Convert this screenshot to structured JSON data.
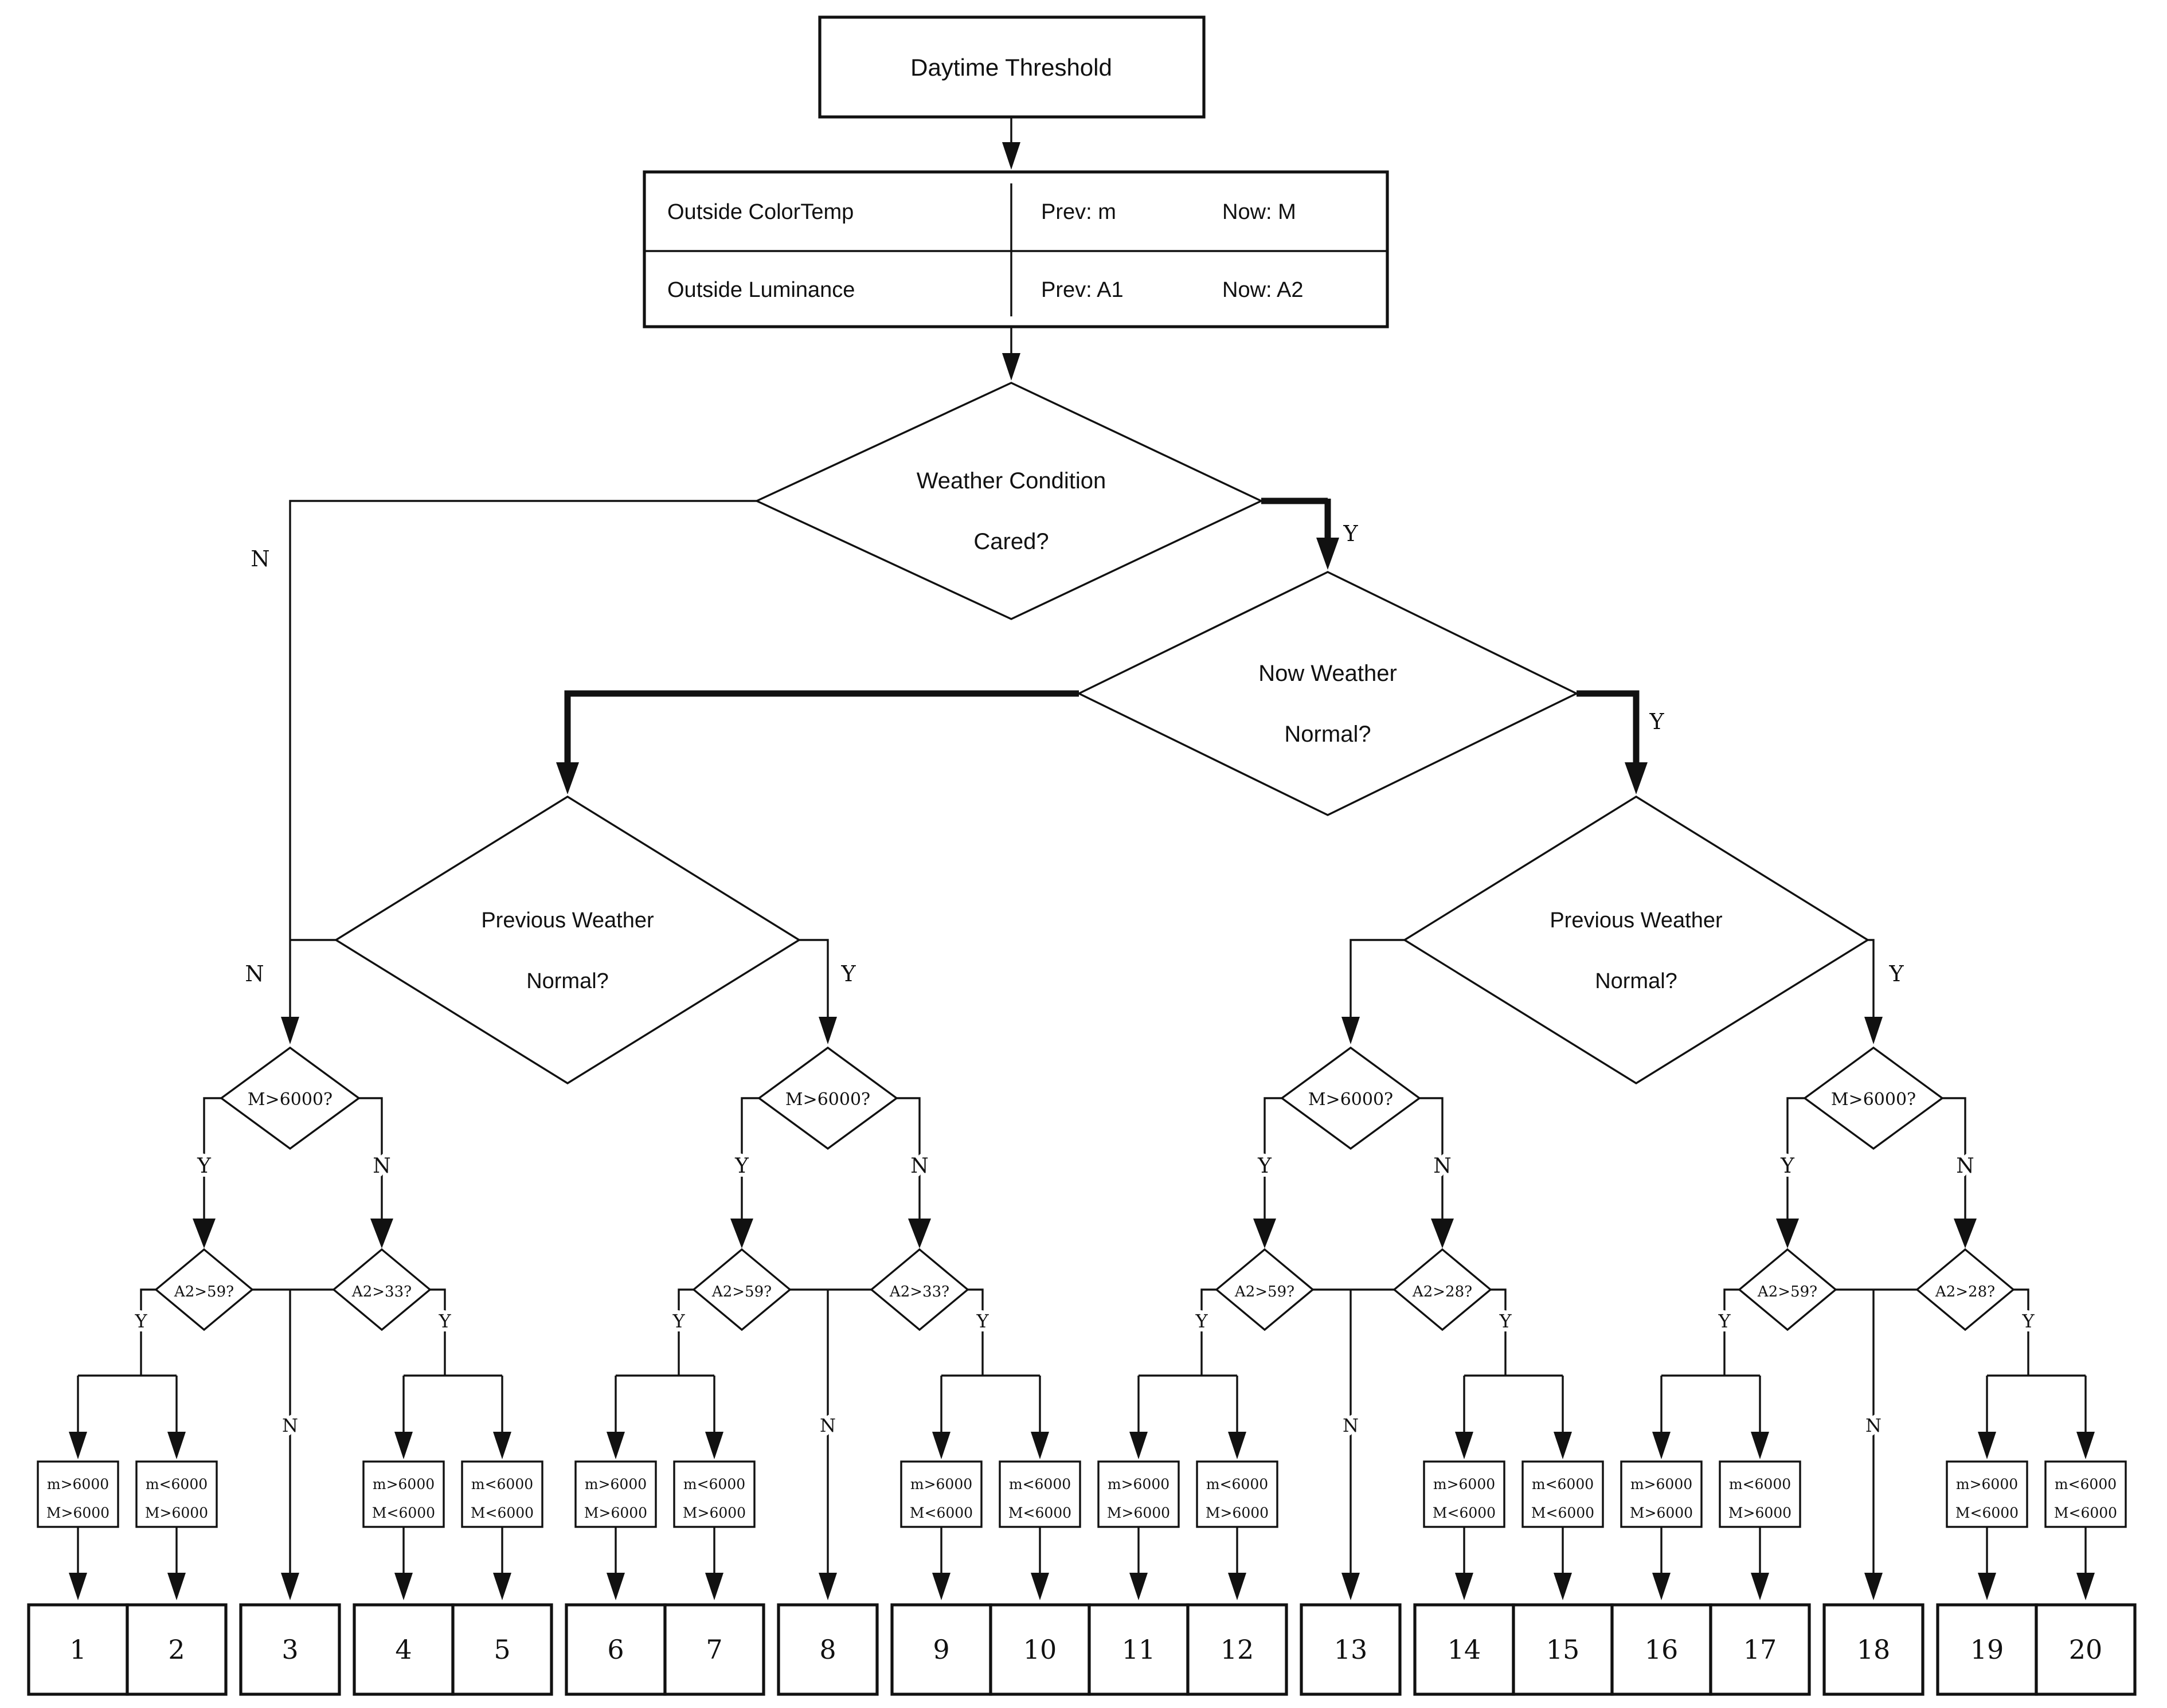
{
  "title_box": {
    "label": "Daytime Threshold"
  },
  "table": {
    "rows": [
      {
        "name": "Outside ColorTemp",
        "prev": "Prev: m",
        "now": "Now: M"
      },
      {
        "name": "Outside Luminance",
        "prev": "Prev: A1",
        "now": "Now: A2"
      }
    ]
  },
  "decisions": {
    "weather_cared": {
      "line1": "Weather Condition",
      "line2": "Cared?",
      "yes": "Y",
      "no": "N"
    },
    "now_normal": {
      "line1": "Now Weather",
      "line2": "Normal?",
      "yes": "Y"
    },
    "prev_normal_left": {
      "line1": "Previous Weather",
      "line2": "Normal?",
      "yes": "Y",
      "no": "N"
    },
    "prev_normal_right": {
      "line1": "Previous Weather",
      "line2": "Normal?",
      "yes": "Y"
    }
  },
  "groups": [
    {
      "m_label": "M>6000?",
      "m_yes": "Y",
      "m_no": "N",
      "a2_left": "A2>59?",
      "a2_left_yes": "Y",
      "a2_right": "A2>33?",
      "a2_right_yes": "Y",
      "merge_no": "N",
      "cond_boxes": [
        {
          "l1": "m>6000",
          "l2": "M>6000"
        },
        {
          "l1": "m<6000",
          "l2": "M>6000"
        },
        {
          "l1": "m>6000",
          "l2": "M<6000"
        },
        {
          "l1": "m<6000",
          "l2": "M<6000"
        }
      ]
    },
    {
      "m_label": "M>6000?",
      "m_yes": "Y",
      "m_no": "N",
      "a2_left": "A2>59?",
      "a2_left_yes": "Y",
      "a2_right": "A2>33?",
      "a2_right_yes": "Y",
      "merge_no": "N",
      "cond_boxes": [
        {
          "l1": "m>6000",
          "l2": "M>6000"
        },
        {
          "l1": "m<6000",
          "l2": "M>6000"
        },
        {
          "l1": "m>6000",
          "l2": "M<6000"
        },
        {
          "l1": "m<6000",
          "l2": "M<6000"
        }
      ]
    },
    {
      "m_label": "M>6000?",
      "m_yes": "Y",
      "m_no": "N",
      "a2_left": "A2>59?",
      "a2_left_yes": "Y",
      "a2_right": "A2>28?",
      "a2_right_yes": "Y",
      "merge_no": "N",
      "cond_boxes": [
        {
          "l1": "m>6000",
          "l2": "M>6000"
        },
        {
          "l1": "m<6000",
          "l2": "M>6000"
        },
        {
          "l1": "m>6000",
          "l2": "M<6000"
        },
        {
          "l1": "m<6000",
          "l2": "M<6000"
        }
      ]
    },
    {
      "m_label": "M>6000?",
      "m_yes": "Y",
      "m_no": "N",
      "a2_left": "A2>59?",
      "a2_left_yes": "Y",
      "a2_right": "A2>28?",
      "a2_right_yes": "Y",
      "merge_no": "N",
      "cond_boxes": [
        {
          "l1": "m>6000",
          "l2": "M>6000"
        },
        {
          "l1": "m<6000",
          "l2": "M>6000"
        },
        {
          "l1": "m>6000",
          "l2": "M<6000"
        },
        {
          "l1": "m<6000",
          "l2": "M<6000"
        }
      ]
    }
  ],
  "outputs": [
    "1",
    "2",
    "3",
    "4",
    "5",
    "6",
    "7",
    "8",
    "9",
    "10",
    "11",
    "12",
    "13",
    "14",
    "15",
    "16",
    "17",
    "18",
    "19",
    "20"
  ]
}
